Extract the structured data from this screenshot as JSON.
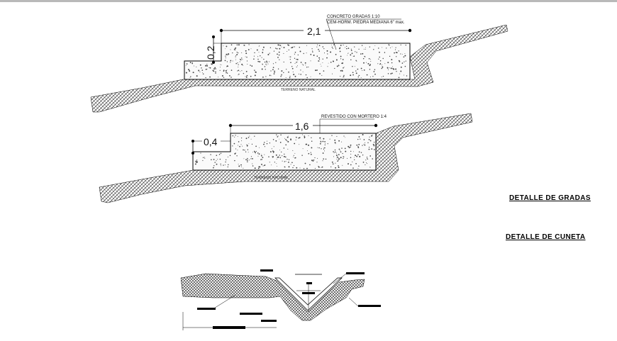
{
  "section_one": {
    "width_dim": "2,1",
    "height_dim": "0,2",
    "note_line1": "CONCRETO GRADAS 1:10",
    "note_line2": "CEM-HORM. PIEDRA MEDIANA 6\" max.",
    "ground_label": "TERRENO NATURAL"
  },
  "section_two": {
    "width_dim": "1,6",
    "height_dim": "0,4",
    "note_line1": "REVESTIDO CON MORTERO 1:4",
    "ground_label": "TERRENO NATURAL"
  },
  "headings": {
    "gradas": "DETALLE DE GRADAS",
    "cuneta": "DETALLE DE CUNETA"
  },
  "colors": {
    "line": "#000000",
    "hatch": "#333333",
    "frame": "#b9b9b9",
    "background": "#ffffff"
  }
}
